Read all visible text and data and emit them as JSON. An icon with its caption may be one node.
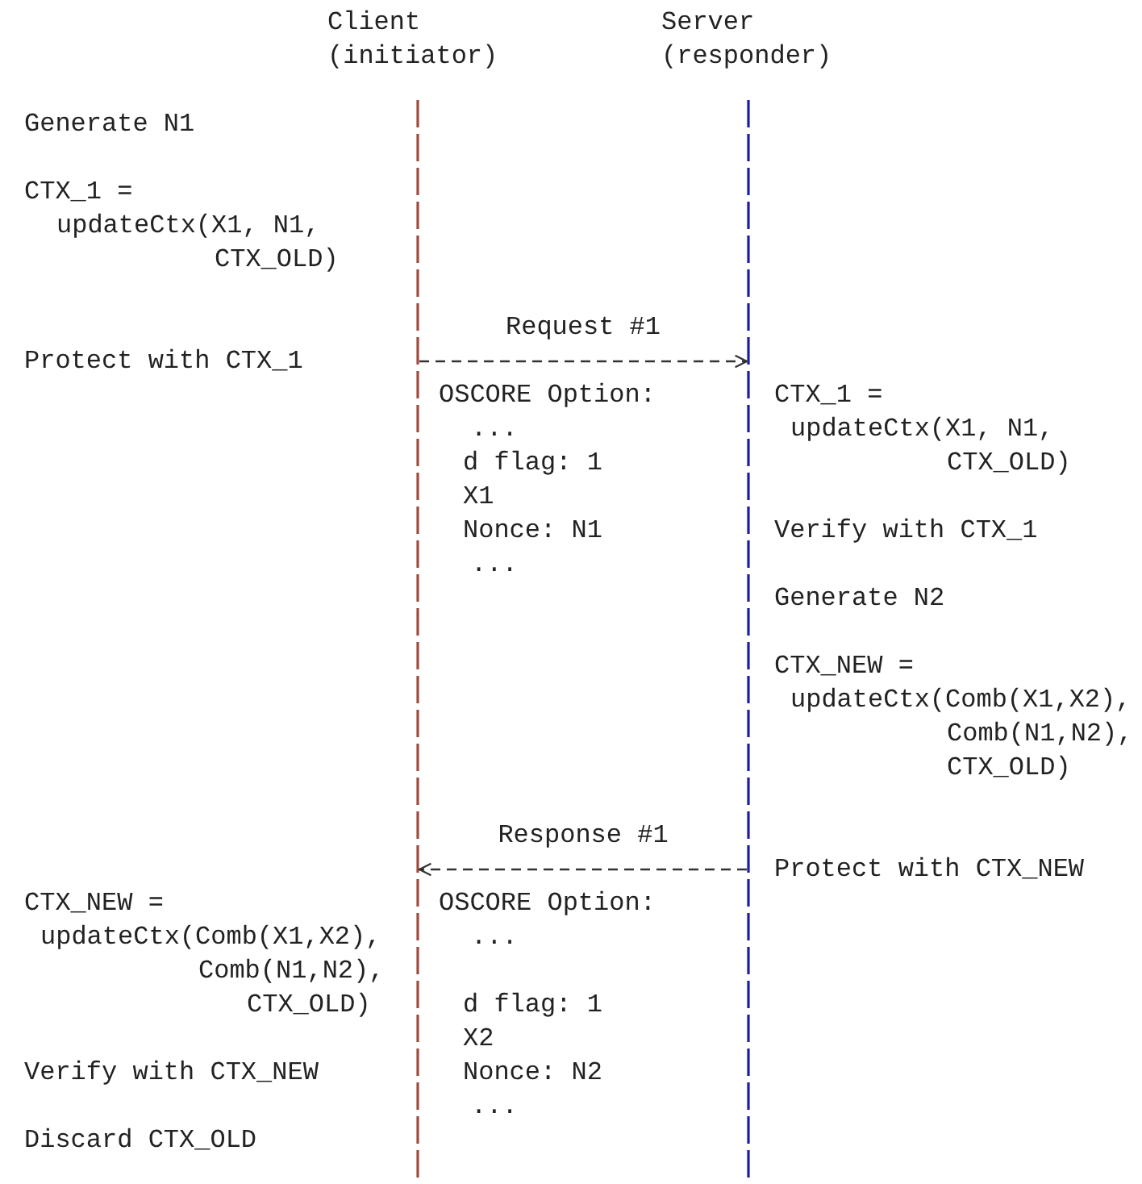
{
  "diagram": {
    "nodes": [
      {
        "text": [
          "Client (initiator)"
        ]
      },
      {
        "text": [
          "Server (responder)"
        ]
      },
      {
        "text": [],
        "shape": "line"
      },
      {
        "text": [],
        "shape": "line"
      }
    ],
    "edges": [
      {
        "from": 2,
        "to": 3,
        "arrow": "to",
        "label": "Request #1",
        "style": "dashed"
      },
      {
        "from": 3,
        "to": 2,
        "arrow": "to",
        "label": "Response #1",
        "style": "dashed"
      }
    ],
    "labels": [
      "Generate N1",
      "CTX_1 =",
      "updateCtx(X1, N1,",
      "CTX_OLD)",
      "Protect with CTX_1",
      "OSCORE Option:",
      "CTX_1 =",
      "...",
      "updateCtx(X1, N1,",
      "d flag: 1",
      "CTX_OLD)",
      "X1",
      "Nonce: N1",
      "Verify with CTX_1",
      "...",
      "Generate N2",
      "CTX_NEW =",
      "updateCtx(Comb(X1,X2),",
      "Comb(N1,N2),",
      "CTX_OLD)",
      "Protect with CTX_NEW",
      "CTX_NEW =",
      "OSCORE Option:",
      "updateCtx(Comb(X1,X2),",
      "...",
      "Comb(N1,N2),",
      "CTX_OLD)",
      "d flag: 1",
      "X2",
      "Verify with CTX_NEW",
      "Nonce: N2",
      "...",
      "Discard CTX_OLD"
    ]
  }
}
